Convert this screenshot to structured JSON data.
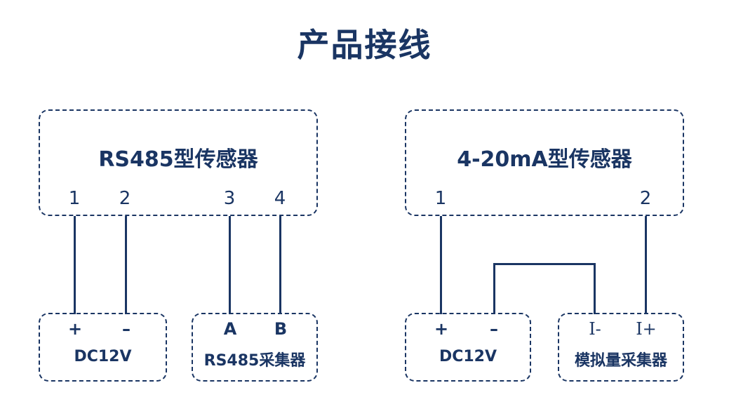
{
  "title": "产品接线",
  "left_diagram": {
    "sensor": {
      "label": "RS485型传感器",
      "pins": [
        "1",
        "2",
        "3",
        "4"
      ]
    },
    "power": {
      "terminals": [
        "+",
        "–"
      ],
      "label": "DC12V"
    },
    "collector": {
      "terminals": [
        "A",
        "B"
      ],
      "label": "RS485采集器"
    }
  },
  "right_diagram": {
    "sensor": {
      "label": "4-20mA型传感器",
      "pins": [
        "1",
        "2"
      ]
    },
    "power": {
      "terminals": [
        "+",
        "–"
      ],
      "label": "DC12V"
    },
    "collector": {
      "terminals": [
        "I-",
        "I+"
      ],
      "label": "模拟量采集器"
    }
  },
  "colors": {
    "primary": "#1a3563",
    "background": "#ffffff"
  }
}
